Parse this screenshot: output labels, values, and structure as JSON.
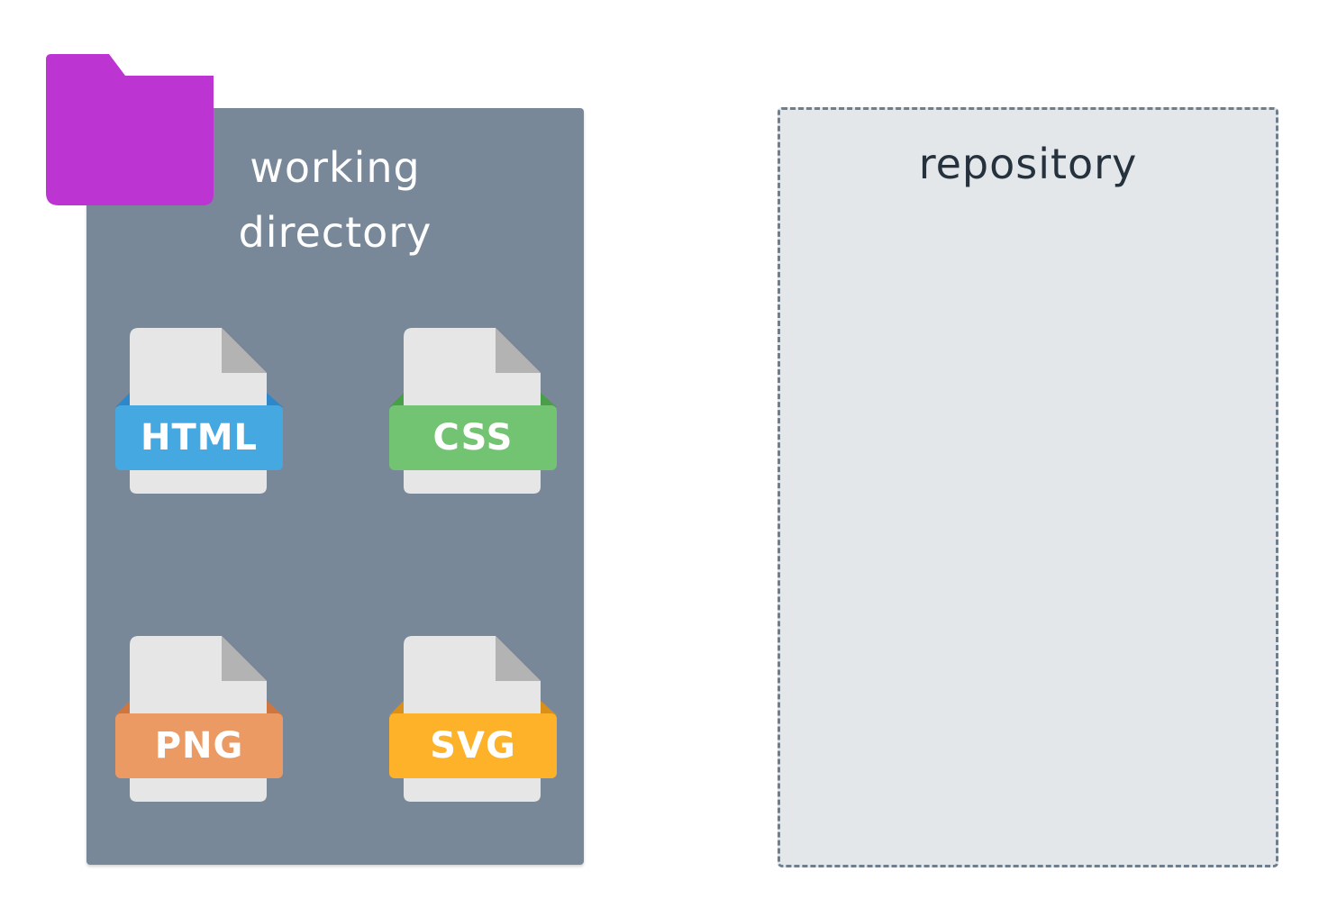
{
  "working_directory": {
    "title_line1": "working",
    "title_line2": "directory",
    "panel_color": "#798898",
    "folder_icon": "folder-icon",
    "folder_color": "#bc35d3",
    "files": [
      {
        "ext": "HTML",
        "icon": "html-file-icon",
        "color": "#45a8e0",
        "tab_color": "#2f86c9"
      },
      {
        "ext": "CSS",
        "icon": "css-file-icon",
        "color": "#72c372",
        "tab_color": "#4a9e4a"
      },
      {
        "ext": "PNG",
        "icon": "png-file-icon",
        "color": "#ea9a62",
        "tab_color": "#cd7640"
      },
      {
        "ext": "SVG",
        "icon": "svg-file-icon",
        "color": "#fdb22a",
        "tab_color": "#d9901a"
      }
    ]
  },
  "repository": {
    "title": "repository",
    "background": "#e3e7ea",
    "border_color": "#6f7e8c"
  }
}
